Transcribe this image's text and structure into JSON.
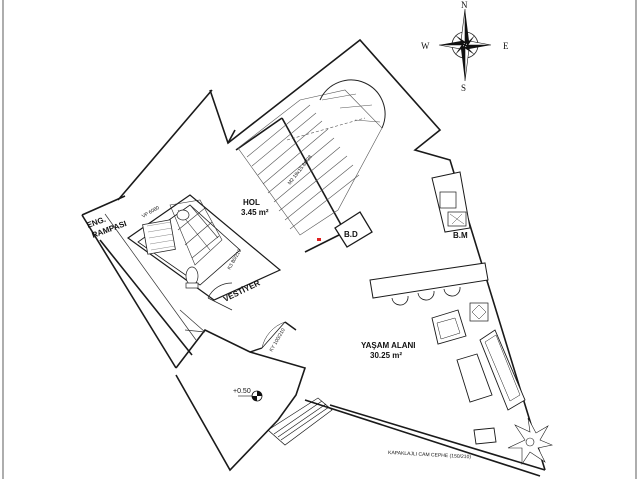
{
  "compass": {
    "north": "N",
    "south": "S",
    "east": "E",
    "west": "W"
  },
  "rooms": {
    "hol_name": "HOL",
    "hol_area": "3.45 m²",
    "living_name": "YAŞAM ALANI",
    "living_area": "30.25 m²",
    "vestiyer": "VESTİYER",
    "eng_label": "ENG.",
    "rampasi_label": "RAMPASI",
    "bd_label": "B.D",
    "bm_label": "B.M"
  },
  "annotations": {
    "stair_label": "M2 19x15.88/28",
    "door_ky": "KY 100/210",
    "door_k3": "K3 80/210",
    "shower_label": "VP 6080",
    "level": "+0.50",
    "facade_note": "KAPAKLAJLI CAM CEPHE (150/210)"
  },
  "colors": {
    "line": "#1a1a1a",
    "marker": "#e02020"
  }
}
